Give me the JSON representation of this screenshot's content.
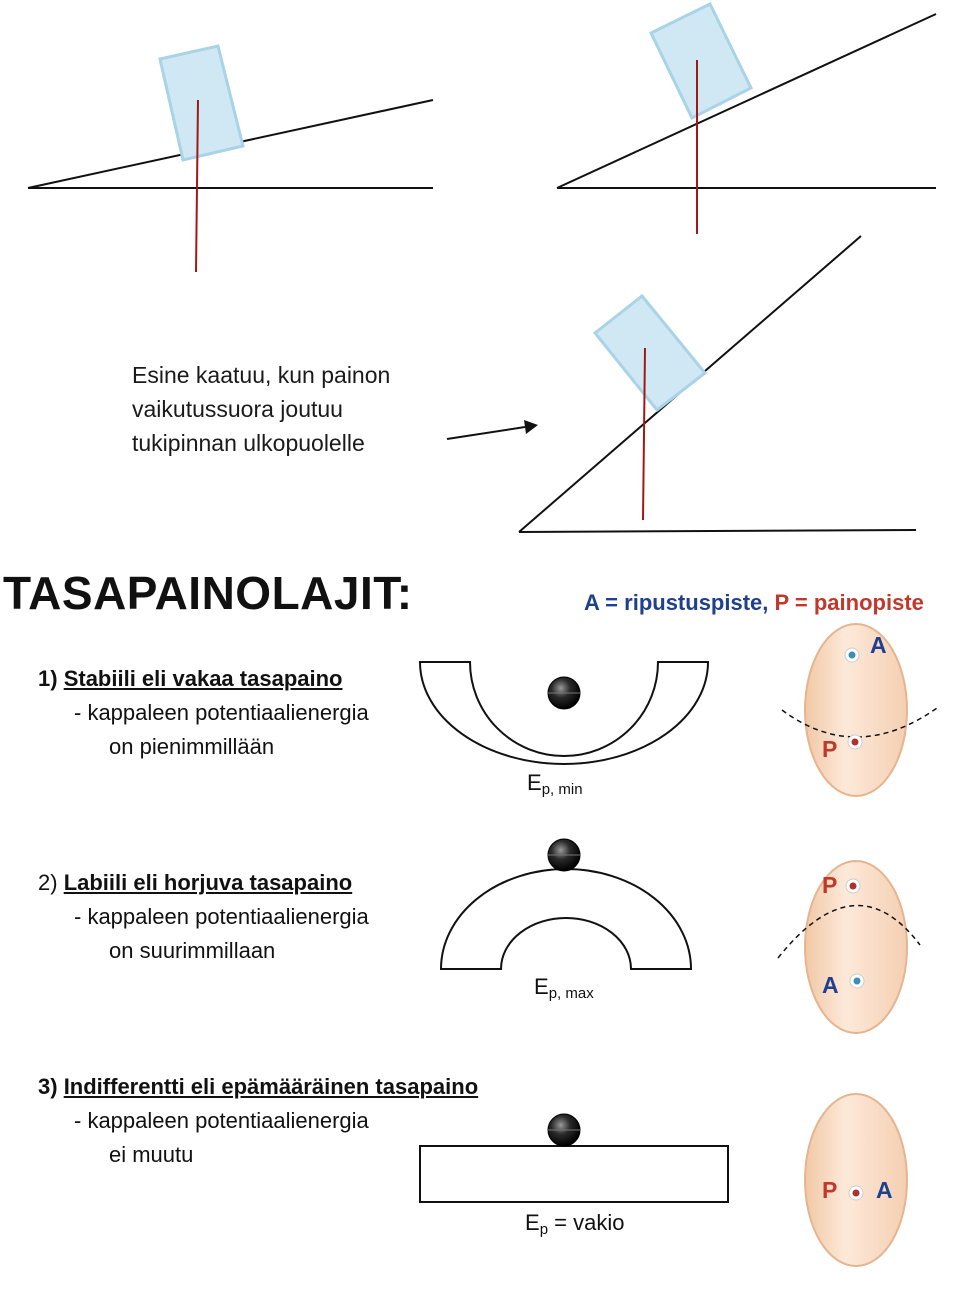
{
  "note": {
    "line1": "Esine kaatuu, kun painon",
    "line2": "vaikutussuora joutuu",
    "line3": "tukipinnan ulkopuolelle"
  },
  "heading": "TASAPAINOLAJIT:",
  "legend": {
    "a_text": "A = ripustuspiste,",
    "p_text": "P = painopiste"
  },
  "sections": [
    {
      "number": "1)",
      "title": "Stabiili eli vakaa tasapaino",
      "line1": "- kappaleen potentiaalienergia",
      "line2": "on pienimmillään",
      "ep_main": "E",
      "ep_sub": "p, min",
      "ep_suffix": ""
    },
    {
      "number": "2)",
      "title": "Labiili eli horjuva tasapaino",
      "line1": "- kappaleen potentiaalienergia",
      "line2": "on suurimmillaan",
      "ep_main": "E",
      "ep_sub": "p, max",
      "ep_suffix": ""
    },
    {
      "number": "3)",
      "title": "Indifferentti eli epämääräinen tasapaino",
      "line1": "- kappaleen potentiaalienergia",
      "line2": "ei muutu",
      "ep_main": "E",
      "ep_sub": "p",
      "ep_suffix": " = vakio"
    }
  ],
  "point_labels": {
    "a": "A",
    "p": "P"
  },
  "colors": {
    "block_fill": "#cfe8f3",
    "block_stroke": "#9ccbe0",
    "gravity_line": "#a01818",
    "oval_fill": "#f8dcc6",
    "oval_stroke": "#e6b58f",
    "a_color": "#1f3f8f",
    "p_color": "#c0392b"
  }
}
